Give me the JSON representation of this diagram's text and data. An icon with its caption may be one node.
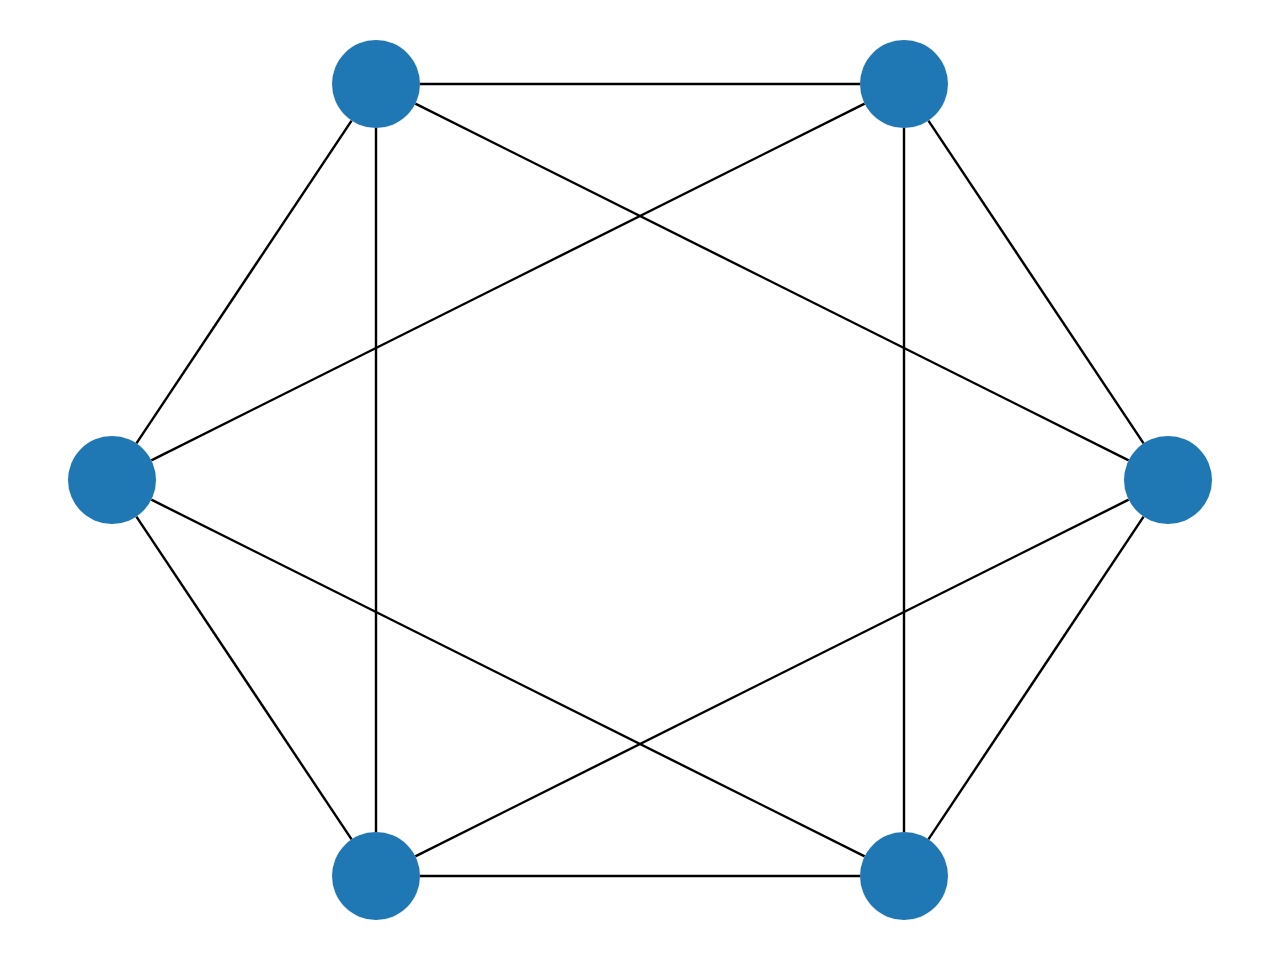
{
  "diagram": {
    "nodes": [
      {
        "text": [],
        "shape": "circle"
      },
      {
        "text": [],
        "shape": "circle"
      },
      {
        "text": [],
        "shape": "circle"
      },
      {
        "text": [],
        "shape": "circle"
      },
      {
        "text": [],
        "shape": "circle"
      },
      {
        "text": [],
        "shape": "circle"
      }
    ],
    "edges": [
      {
        "from": 0,
        "to": 1,
        "arrow": "none"
      },
      {
        "from": 0,
        "to": 2,
        "arrow": "none"
      },
      {
        "from": 0,
        "to": 3,
        "arrow": "none"
      },
      {
        "from": 0,
        "to": 4,
        "arrow": "none"
      },
      {
        "from": 1,
        "to": 2,
        "arrow": "none"
      },
      {
        "from": 1,
        "to": 3,
        "arrow": "none"
      },
      {
        "from": 1,
        "to": 5,
        "arrow": "none"
      },
      {
        "from": 2,
        "to": 4,
        "arrow": "none"
      },
      {
        "from": 2,
        "to": 5,
        "arrow": "none"
      },
      {
        "from": 3,
        "to": 4,
        "arrow": "none"
      },
      {
        "from": 3,
        "to": 5,
        "arrow": "none"
      },
      {
        "from": 4,
        "to": 5,
        "arrow": "none"
      }
    ]
  }
}
